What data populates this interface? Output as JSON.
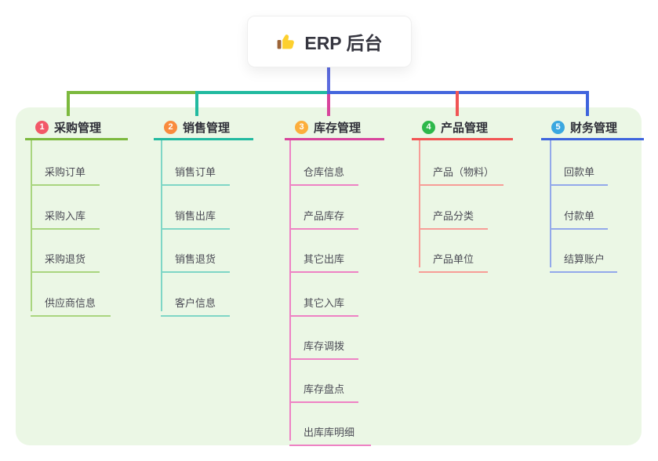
{
  "root": {
    "label": "ERP 后台",
    "icon": "thumbs-up-icon"
  },
  "colors": {
    "panel_background": "#ebf7e5",
    "root_stem": "#5c6bdf",
    "branch_1": "#7cb93e",
    "branch_1_light": "#a9d57f",
    "badge_1": "#f25868",
    "branch_2": "#22baa0",
    "branch_2_light": "#7fd6c6",
    "badge_2": "#f98b3e",
    "branch_3": "#d8449c",
    "branch_3_light": "#ee82c4",
    "badge_3": "#fcae3c",
    "branch_4": "#f25454",
    "branch_4_light": "#f79d97",
    "badge_4": "#2eb84b",
    "branch_5": "#3e64dd",
    "branch_5_light": "#93a9ea",
    "badge_5": "#3aa7e0"
  },
  "branches": [
    {
      "num": "1",
      "label": "采购管理",
      "children": [
        "采购订单",
        "采购入库",
        "采购退货",
        "供应商信息"
      ]
    },
    {
      "num": "2",
      "label": "销售管理",
      "children": [
        "销售订单",
        "销售出库",
        "销售退货",
        "客户信息"
      ]
    },
    {
      "num": "3",
      "label": "库存管理",
      "children": [
        "仓库信息",
        "产品库存",
        "其它出库",
        "其它入库",
        "库存调拨",
        "库存盘点",
        "出库库明细"
      ]
    },
    {
      "num": "4",
      "label": "产品管理",
      "children": [
        "产品（物料）",
        "产品分类",
        "产品单位"
      ]
    },
    {
      "num": "5",
      "label": "财务管理",
      "children": [
        "回款单",
        "付款单",
        "结算账户"
      ]
    }
  ]
}
